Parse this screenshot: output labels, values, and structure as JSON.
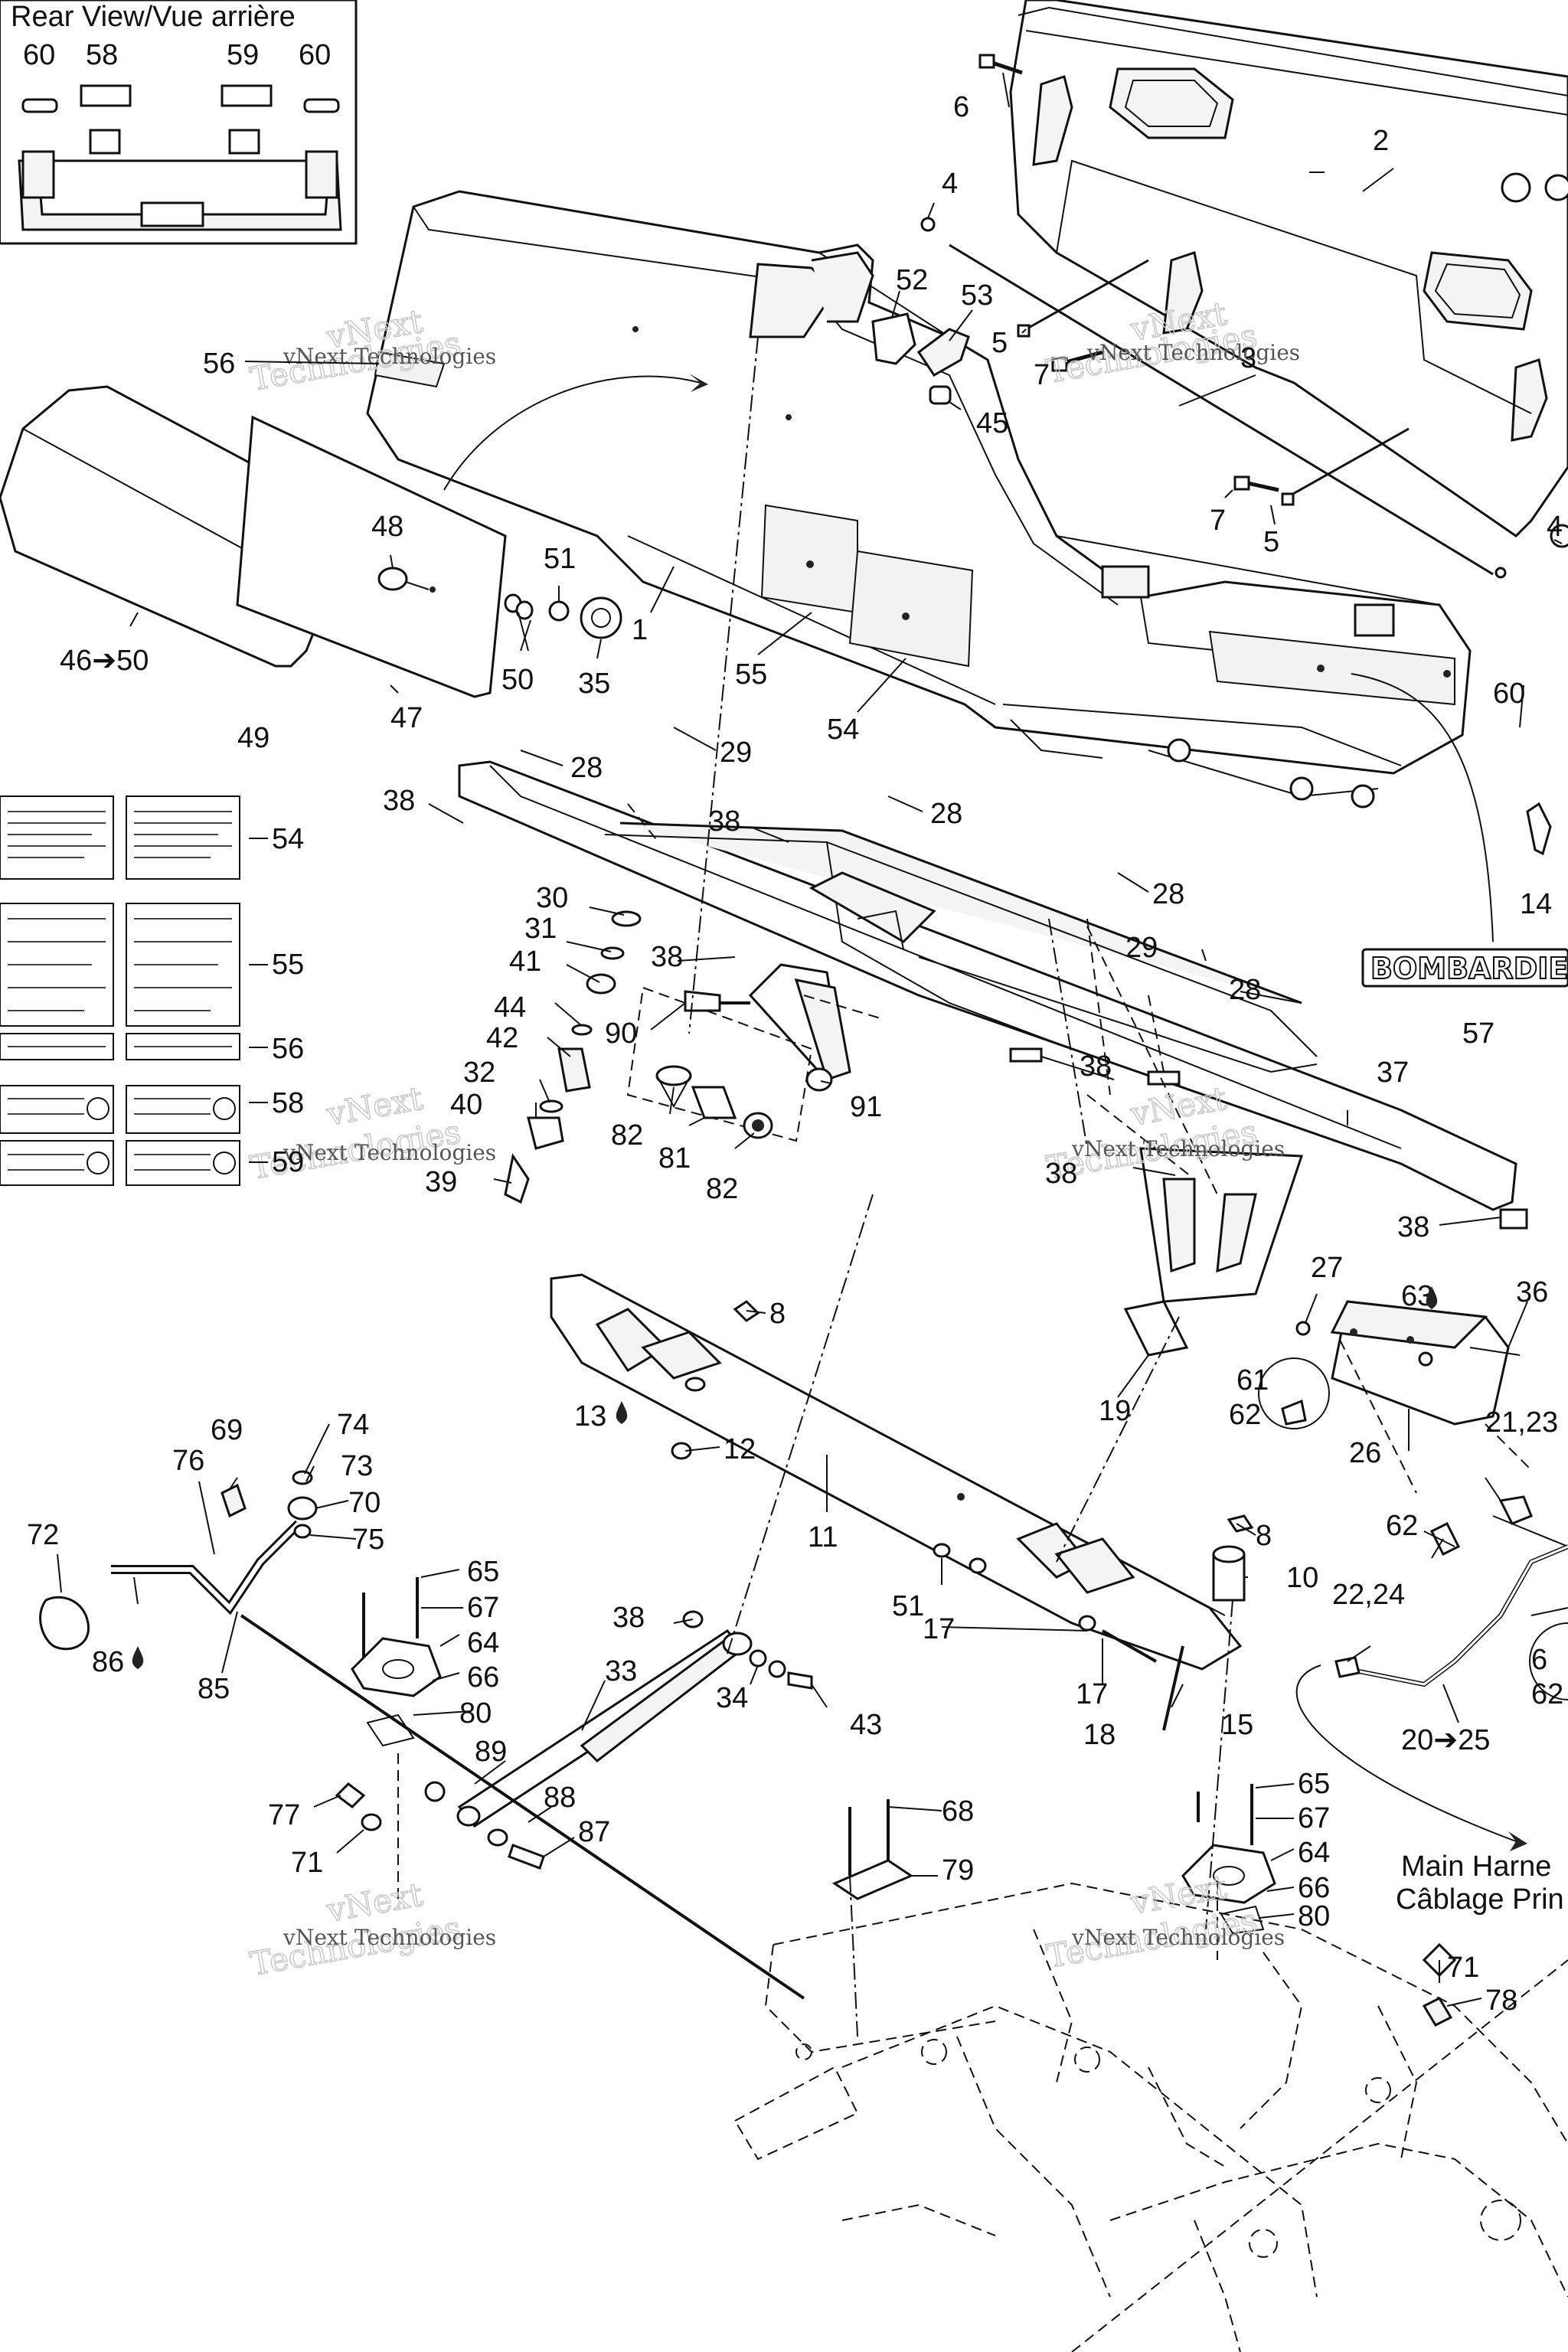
{
  "inset": {
    "title": "Rear View/Vue arrière",
    "callouts": [
      "60",
      "58",
      "59",
      "60"
    ]
  },
  "logo_text": "BOMBARDIE",
  "watermark": {
    "line1": "vNext",
    "line2": "Technologies",
    "inline": "vNext Technologies"
  },
  "harness_note": {
    "line1": "Main Harne",
    "line2": "Câblage Prin"
  },
  "callouts": {
    "c1": "1",
    "c2": "2",
    "c3": "3",
    "c4a": "4",
    "c4b": "4",
    "c5a": "5",
    "c5b": "5",
    "c6": "6",
    "c7a": "7",
    "c7b": "7",
    "c8a": "8",
    "c8b": "8",
    "c10": "10",
    "c11": "11",
    "c12": "12",
    "c13": "13",
    "c14": "14",
    "c15": "15",
    "c17a": "17",
    "c17b": "17",
    "c18": "18",
    "c19": "19",
    "c20_25": "20➔25",
    "c21_23": "21,23",
    "c22_24": "22,24",
    "c26": "26",
    "c27": "27",
    "c28a": "28",
    "c28b": "28",
    "c28c": "28",
    "c28d": "28",
    "c29a": "29",
    "c29b": "29",
    "c30": "30",
    "c31": "31",
    "c32": "32",
    "c33": "33",
    "c34": "34",
    "c35": "35",
    "c36": "36",
    "c37": "37",
    "c38a": "38",
    "c38b": "38",
    "c38c": "38",
    "c38d": "38",
    "c38e": "38",
    "c38f": "38",
    "c38g": "38",
    "c39": "39",
    "c40": "40",
    "c41": "41",
    "c42": "42",
    "c43": "43",
    "c44": "44",
    "c45": "45",
    "c46_50": "46➔50",
    "c47": "47",
    "c48": "48",
    "c49": "49",
    "c50": "50",
    "c51a": "51",
    "c51b": "51",
    "c52": "52",
    "c53": "53",
    "c54a": "54",
    "c54b": "54",
    "c55a": "55",
    "c55b": "55",
    "c56a": "56",
    "c56b": "56",
    "c57": "57",
    "c58": "58",
    "c59": "59",
    "c60": "60",
    "c61": "61",
    "c61b": "6",
    "c62a": "62",
    "c62b": "62",
    "c62c": "62",
    "c63": "63",
    "c64a": "64",
    "c64b": "64",
    "c65a": "65",
    "c65b": "65",
    "c66a": "66",
    "c66b": "66",
    "c67a": "67",
    "c67b": "67",
    "c68": "68",
    "c69": "69",
    "c70": "70",
    "c71a": "71",
    "c71b": "71",
    "c72": "72",
    "c73": "73",
    "c74": "74",
    "c75": "75",
    "c76": "76",
    "c77": "77",
    "c78": "78",
    "c79": "79",
    "c80a": "80",
    "c80b": "80",
    "c81": "81",
    "c82a": "82",
    "c82b": "82",
    "c85": "85",
    "c86": "86",
    "c87": "87",
    "c88": "88",
    "c89": "89",
    "c90": "90",
    "c91": "91"
  }
}
